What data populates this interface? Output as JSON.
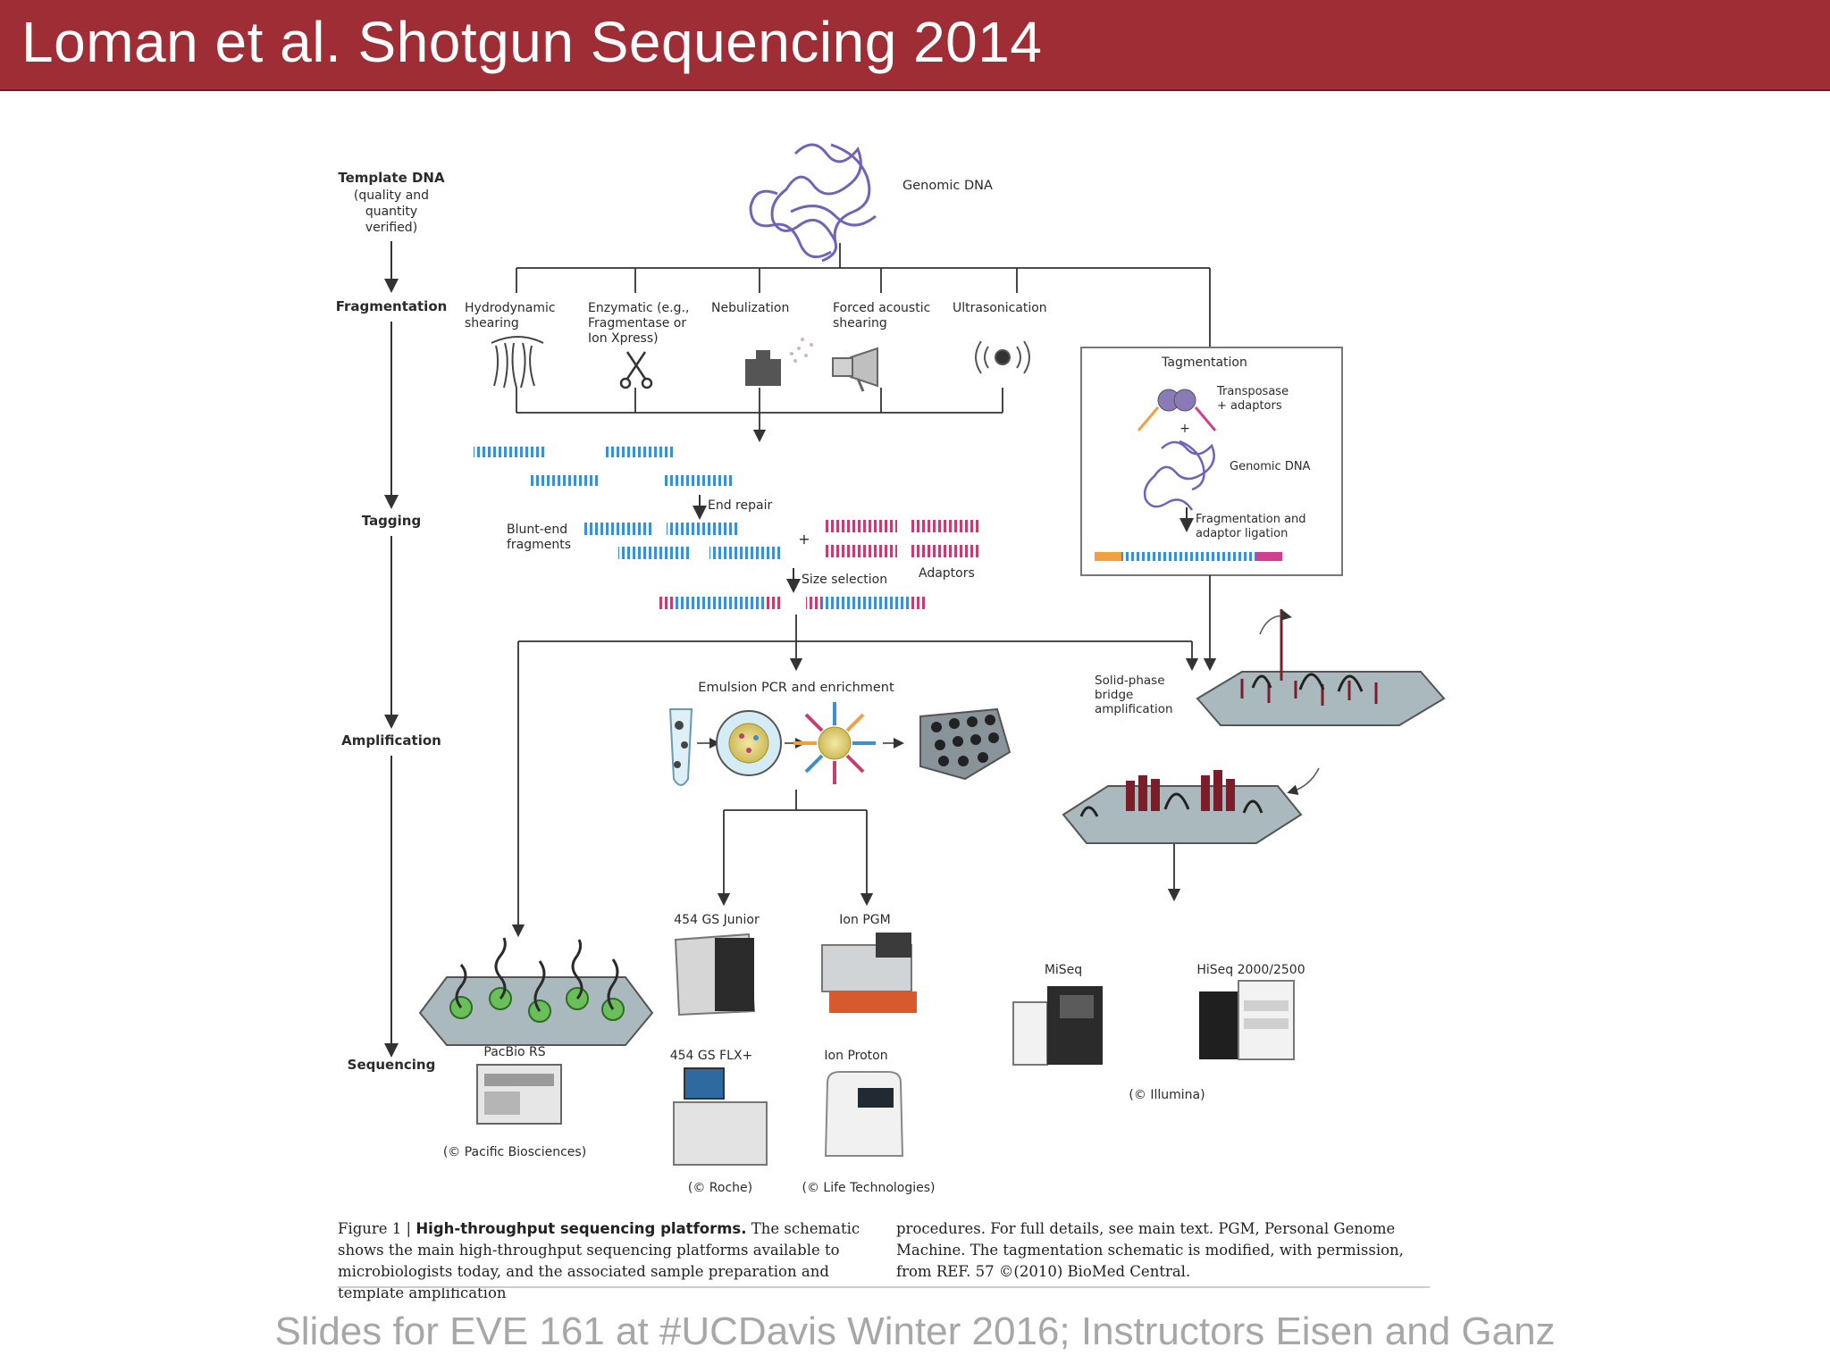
{
  "header": {
    "title": "Loman et al. Shotgun Sequencing 2014"
  },
  "footer": {
    "text": "Slides for EVE 161 at #UCDavis Winter 2016; Instructors Eisen and Ganz"
  },
  "colors": {
    "header_bg": "#9e2d35",
    "blue_dna": "#3d8fd1",
    "pink_adaptor": "#c0406f",
    "platform_grey": "#8a9aa0"
  },
  "steps": {
    "template_dna": "Template DNA",
    "template_note_1": "(quality and",
    "template_note_2": "quantity",
    "template_note_3": "verified)",
    "fragmentation": "Fragmentation",
    "tagging": "Tagging",
    "amplification": "Amplification",
    "sequencing": "Sequencing"
  },
  "genomic_dna": "Genomic DNA",
  "fragmentation_methods": {
    "hydro_1": "Hydrodynamic",
    "hydro_2": "shearing",
    "enz_1": "Enzymatic (e.g.,",
    "enz_2": "Fragmentase or",
    "enz_3": "Ion Xpress)",
    "nebulization": "Nebulization",
    "forced_1": "Forced acoustic",
    "forced_2": "shearing",
    "ultrasonication": "Ultrasonication"
  },
  "tagging_labels": {
    "end_repair": "End repair",
    "blunt_1": "Blunt-end",
    "blunt_2": "fragments",
    "plus": "+",
    "adaptors": "Adaptors",
    "size_selection": "Size selection"
  },
  "tagmentation": {
    "title": "Tagmentation",
    "transposase_1": "Transposase",
    "transposase_2": "+ adaptors",
    "plus": "+",
    "genomic_dna": "Genomic DNA",
    "frag_1": "Fragmentation and",
    "frag_2": "adaptor ligation"
  },
  "amplification_labels": {
    "emulsion": "Emulsion PCR and enrichment",
    "solid_1": "Solid-phase",
    "solid_2": "bridge",
    "solid_3": "amplification"
  },
  "platforms": {
    "pacbio": "PacBio RS",
    "gs_junior": "454 GS Junior",
    "ion_pgm": "Ion PGM",
    "gs_flx": "454 GS FLX+",
    "ion_proton": "Ion Proton",
    "miseq": "MiSeq",
    "hiseq": "HiSeq 2000/2500"
  },
  "credits": {
    "pacbio": "(© Pacific Biosciences)",
    "roche": "(© Roche)",
    "life": "(© Life Technologies)",
    "illumina": "(© Illumina)"
  },
  "caption": {
    "fig_label": "Figure 1 | ",
    "fig_title": "High-throughput sequencing platforms.",
    "left_body": " The schematic shows the main high-throughput sequencing platforms available to microbiologists today, and the associated sample preparation and template amplification",
    "right_body": "procedures. For full details, see main text. PGM, Personal Genome Machine. The tagmentation schematic is modified, with permission, from REF. 57 ©(2010) BioMed Central."
  }
}
